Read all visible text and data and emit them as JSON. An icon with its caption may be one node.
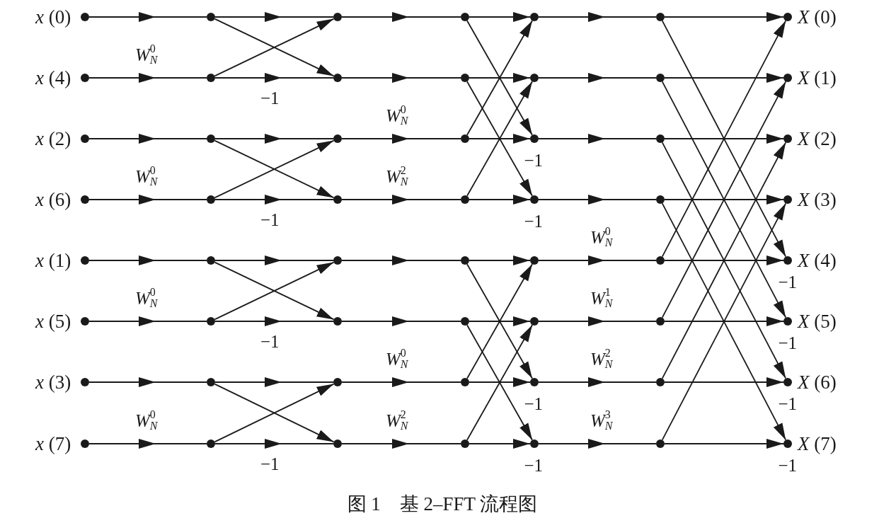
{
  "diagram": {
    "caption": "图 1　基 2–FFT 流程图",
    "nodes": [
      {
        "text": [],
        "shape": "circle",
        "beside": [
          "*x* (0)"
        ]
      },
      {
        "text": [],
        "shape": "circle"
      },
      {
        "text": [],
        "shape": "circle"
      },
      {
        "text": [],
        "shape": "circle"
      },
      {
        "text": [],
        "shape": "circle"
      },
      {
        "text": [],
        "shape": "circle"
      },
      {
        "text": [],
        "shape": "circle",
        "beside": [
          "*X* (0)"
        ]
      },
      {
        "text": [],
        "shape": "circle",
        "beside": [
          "*x* (4)"
        ]
      },
      {
        "text": [],
        "shape": "circle"
      },
      {
        "text": [],
        "shape": "circle"
      },
      {
        "text": [],
        "shape": "circle"
      },
      {
        "text": [],
        "shape": "circle"
      },
      {
        "text": [],
        "shape": "circle"
      },
      {
        "text": [],
        "shape": "circle",
        "beside": [
          "*X* (1)"
        ]
      },
      {
        "text": [],
        "shape": "circle",
        "beside": [
          "*x* (2)"
        ]
      },
      {
        "text": [],
        "shape": "circle"
      },
      {
        "text": [],
        "shape": "circle"
      },
      {
        "text": [],
        "shape": "circle"
      },
      {
        "text": [],
        "shape": "circle"
      },
      {
        "text": [],
        "shape": "circle"
      },
      {
        "text": [],
        "shape": "circle",
        "beside": [
          "*X* (2)"
        ]
      },
      {
        "text": [],
        "shape": "circle",
        "beside": [
          "*x* (6)"
        ]
      },
      {
        "text": [],
        "shape": "circle"
      },
      {
        "text": [],
        "shape": "circle"
      },
      {
        "text": [],
        "shape": "circle"
      },
      {
        "text": [],
        "shape": "circle"
      },
      {
        "text": [],
        "shape": "circle"
      },
      {
        "text": [],
        "shape": "circle",
        "beside": [
          "*X* (3)"
        ]
      },
      {
        "text": [],
        "shape": "circle",
        "beside": [
          "*x* (1)"
        ]
      },
      {
        "text": [],
        "shape": "circle"
      },
      {
        "text": [],
        "shape": "circle"
      },
      {
        "text": [],
        "shape": "circle"
      },
      {
        "text": [],
        "shape": "circle"
      },
      {
        "text": [],
        "shape": "circle"
      },
      {
        "text": [],
        "shape": "circle",
        "beside": [
          "*X* (4)"
        ]
      },
      {
        "text": [],
        "shape": "circle",
        "beside": [
          "*x* (5)"
        ]
      },
      {
        "text": [],
        "shape": "circle"
      },
      {
        "text": [],
        "shape": "circle"
      },
      {
        "text": [],
        "shape": "circle"
      },
      {
        "text": [],
        "shape": "circle"
      },
      {
        "text": [],
        "shape": "circle"
      },
      {
        "text": [],
        "shape": "circle",
        "beside": [
          "*X* (5)"
        ]
      },
      {
        "text": [],
        "shape": "circle",
        "beside": [
          "*x* (3)"
        ]
      },
      {
        "text": [],
        "shape": "circle"
      },
      {
        "text": [],
        "shape": "circle"
      },
      {
        "text": [],
        "shape": "circle"
      },
      {
        "text": [],
        "shape": "circle"
      },
      {
        "text": [],
        "shape": "circle"
      },
      {
        "text": [],
        "shape": "circle",
        "beside": [
          "*X* (6)"
        ]
      },
      {
        "text": [],
        "shape": "circle",
        "beside": [
          "*x* (7)"
        ]
      },
      {
        "text": [],
        "shape": "circle"
      },
      {
        "text": [],
        "shape": "circle"
      },
      {
        "text": [],
        "shape": "circle"
      },
      {
        "text": [],
        "shape": "circle"
      },
      {
        "text": [],
        "shape": "circle"
      },
      {
        "text": [],
        "shape": "circle",
        "beside": [
          "*X* (7)"
        ]
      }
    ],
    "edges": [
      {
        "from": 0,
        "to": 1,
        "arrow": "to"
      },
      {
        "from": 7,
        "to": 8,
        "arrow": "to",
        "label": "*W*$_{N}$$^{0}$"
      },
      {
        "from": 14,
        "to": 15,
        "arrow": "to"
      },
      {
        "from": 21,
        "to": 22,
        "arrow": "to",
        "label": "*W*$_{N}$$^{0}$"
      },
      {
        "from": 28,
        "to": 29,
        "arrow": "to"
      },
      {
        "from": 35,
        "to": 36,
        "arrow": "to",
        "label": "*W*$_{N}$$^{0}$"
      },
      {
        "from": 42,
        "to": 43,
        "arrow": "to"
      },
      {
        "from": 49,
        "to": 50,
        "arrow": "to",
        "label": "*W*$_{N}$$^{0}$"
      },
      {
        "from": 1,
        "to": 2,
        "arrow": "to"
      },
      {
        "from": 1,
        "to": 9,
        "arrow": "to"
      },
      {
        "from": 8,
        "to": 2,
        "arrow": "to"
      },
      {
        "from": 8,
        "to": 9,
        "arrow": "to",
        "label": "−1"
      },
      {
        "from": 15,
        "to": 16,
        "arrow": "to"
      },
      {
        "from": 15,
        "to": 23,
        "arrow": "to"
      },
      {
        "from": 22,
        "to": 16,
        "arrow": "to"
      },
      {
        "from": 22,
        "to": 23,
        "arrow": "to",
        "label": "−1"
      },
      {
        "from": 29,
        "to": 30,
        "arrow": "to"
      },
      {
        "from": 29,
        "to": 37,
        "arrow": "to"
      },
      {
        "from": 36,
        "to": 30,
        "arrow": "to"
      },
      {
        "from": 36,
        "to": 37,
        "arrow": "to",
        "label": "−1"
      },
      {
        "from": 43,
        "to": 44,
        "arrow": "to"
      },
      {
        "from": 43,
        "to": 51,
        "arrow": "to"
      },
      {
        "from": 50,
        "to": 44,
        "arrow": "to"
      },
      {
        "from": 50,
        "to": 51,
        "arrow": "to",
        "label": "−1"
      },
      {
        "from": 2,
        "to": 3,
        "arrow": "to"
      },
      {
        "from": 9,
        "to": 10,
        "arrow": "to"
      },
      {
        "from": 16,
        "to": 17,
        "arrow": "to",
        "label": "*W*$_{N}$$^{0}$"
      },
      {
        "from": 23,
        "to": 24,
        "arrow": "to",
        "label": "*W*$_{N}$$^{2}$"
      },
      {
        "from": 30,
        "to": 31,
        "arrow": "to"
      },
      {
        "from": 37,
        "to": 38,
        "arrow": "to"
      },
      {
        "from": 44,
        "to": 45,
        "arrow": "to",
        "label": "*W*$_{N}$$^{0}$"
      },
      {
        "from": 51,
        "to": 52,
        "arrow": "to",
        "label": "*W*$_{N}$$^{2}$"
      },
      {
        "from": 3,
        "to": 4,
        "arrow": "to"
      },
      {
        "from": 3,
        "to": 18,
        "arrow": "to"
      },
      {
        "from": 10,
        "to": 11,
        "arrow": "to"
      },
      {
        "from": 10,
        "to": 25,
        "arrow": "to"
      },
      {
        "from": 17,
        "to": 4,
        "arrow": "to"
      },
      {
        "from": 17,
        "to": 18,
        "arrow": "to",
        "label": "−1"
      },
      {
        "from": 24,
        "to": 11,
        "arrow": "to"
      },
      {
        "from": 24,
        "to": 25,
        "arrow": "to",
        "label": "−1"
      },
      {
        "from": 31,
        "to": 32,
        "arrow": "to"
      },
      {
        "from": 31,
        "to": 46,
        "arrow": "to"
      },
      {
        "from": 38,
        "to": 39,
        "arrow": "to"
      },
      {
        "from": 38,
        "to": 53,
        "arrow": "to"
      },
      {
        "from": 45,
        "to": 32,
        "arrow": "to"
      },
      {
        "from": 45,
        "to": 46,
        "arrow": "to",
        "label": "−1"
      },
      {
        "from": 52,
        "to": 39,
        "arrow": "to"
      },
      {
        "from": 52,
        "to": 53,
        "arrow": "to",
        "label": "−1"
      },
      {
        "from": 4,
        "to": 5,
        "arrow": "to"
      },
      {
        "from": 11,
        "to": 12,
        "arrow": "to"
      },
      {
        "from": 18,
        "to": 19,
        "arrow": "to"
      },
      {
        "from": 25,
        "to": 26,
        "arrow": "to"
      },
      {
        "from": 32,
        "to": 33,
        "arrow": "to",
        "label": "*W*$_{N}$$^{0}$"
      },
      {
        "from": 39,
        "to": 40,
        "arrow": "to",
        "label": "*W*$_{N}$$^{1}$"
      },
      {
        "from": 46,
        "to": 47,
        "arrow": "to",
        "label": "*W*$_{N}$$^{2}$"
      },
      {
        "from": 53,
        "to": 54,
        "arrow": "to",
        "label": "*W*$_{N}$$^{3}$"
      },
      {
        "from": 5,
        "to": 6,
        "arrow": "to"
      },
      {
        "from": 5,
        "to": 34,
        "arrow": "to"
      },
      {
        "from": 12,
        "to": 13,
        "arrow": "to"
      },
      {
        "from": 12,
        "to": 41,
        "arrow": "to"
      },
      {
        "from": 19,
        "to": 20,
        "arrow": "to"
      },
      {
        "from": 19,
        "to": 48,
        "arrow": "to"
      },
      {
        "from": 26,
        "to": 27,
        "arrow": "to"
      },
      {
        "from": 26,
        "to": 55,
        "arrow": "to"
      },
      {
        "from": 33,
        "to": 6,
        "arrow": "to"
      },
      {
        "from": 33,
        "to": 34,
        "arrow": "to",
        "label": "−1"
      },
      {
        "from": 40,
        "to": 13,
        "arrow": "to"
      },
      {
        "from": 40,
        "to": 41,
        "arrow": "to",
        "label": "−1"
      },
      {
        "from": 47,
        "to": 20,
        "arrow": "to"
      },
      {
        "from": 47,
        "to": 48,
        "arrow": "to",
        "label": "−1"
      },
      {
        "from": 54,
        "to": 27,
        "arrow": "to"
      },
      {
        "from": 54,
        "to": 55,
        "arrow": "to",
        "label": "−1"
      }
    ]
  }
}
